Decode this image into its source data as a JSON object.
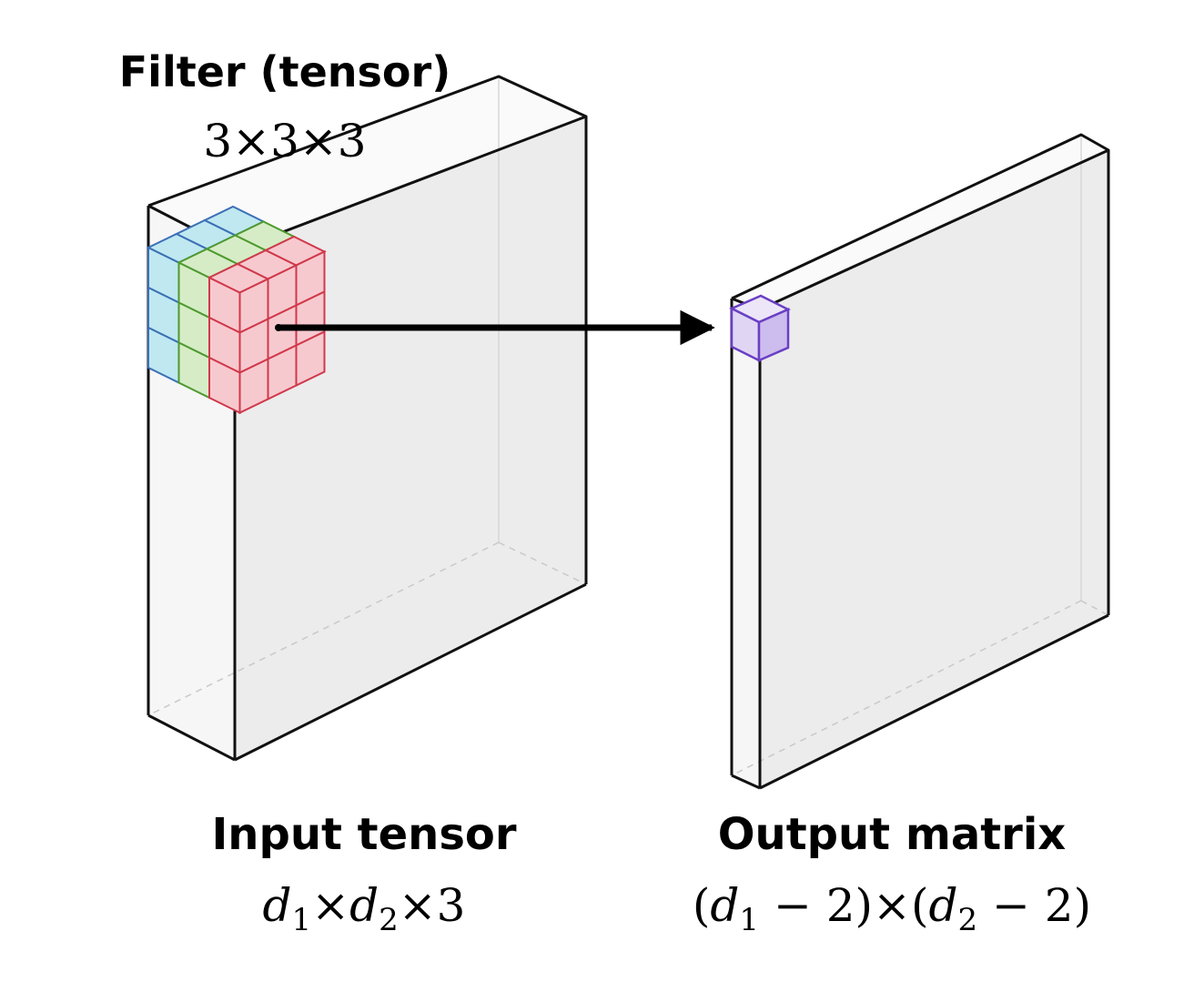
{
  "filter": {
    "title": "Filter (tensor)",
    "size": "3×3×3",
    "layer_colors": {
      "back": {
        "fill": "#bfe8f0",
        "stroke": "#3b6fb6"
      },
      "middle": {
        "fill": "#d6ecc6",
        "stroke": "#4e9a2e"
      },
      "front": {
        "fill": "#f6c9cf",
        "stroke": "#d0384a"
      }
    }
  },
  "input": {
    "title": "Input tensor",
    "dims": {
      "a": "d",
      "a_sub": "1",
      "x1": "×",
      "b": "d",
      "b_sub": "2",
      "x2": "×3"
    }
  },
  "output": {
    "title": "Output matrix",
    "dims": {
      "p1": "(",
      "a": "d",
      "a_sub": "1",
      "m1": " − 2)×(",
      "b": "d",
      "b_sub": "2",
      "m2": " − 2)"
    },
    "cell_color": {
      "fill": "#d9ccf2",
      "stroke": "#6a3fc4"
    }
  },
  "colors": {
    "slab_face": "#ececec",
    "slab_side": "#f6f6f6",
    "slab_top": "#fafafa",
    "arrow": "#000000"
  }
}
